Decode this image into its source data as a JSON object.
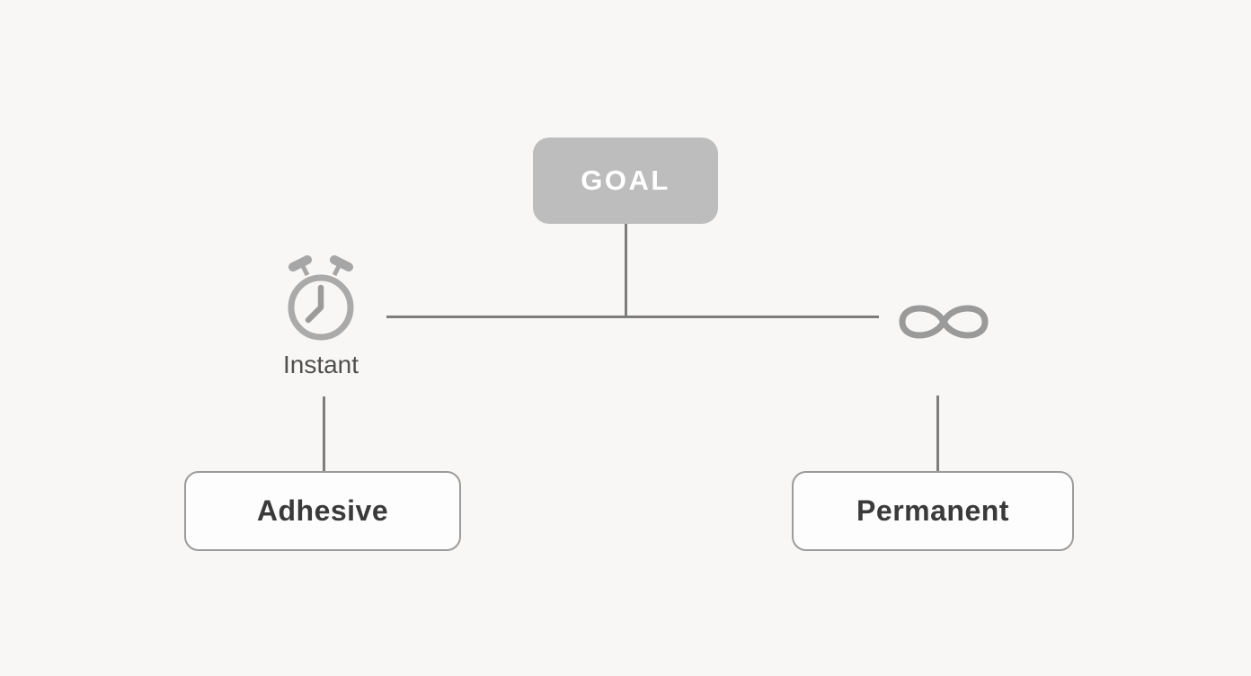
{
  "canvas": {
    "background": "#f8f7f5"
  },
  "diagram": {
    "root_node": {
      "label": "GOAL"
    },
    "left_branch": {
      "icon": "stopwatch-icon",
      "label": "Instant",
      "node_label": "Adhesive"
    },
    "right_branch": {
      "icon": "infinity-icon",
      "node_label": "Permanent"
    },
    "colors": {
      "root_fill": "#bdbdbd",
      "root_text": "#ffffff",
      "connector_line": "#7d7d7d",
      "icon_gray": "#a6a6a6",
      "leaf_border": "#9b9b9b",
      "leaf_text": "#3a3a3a",
      "branch_label_text": "#4f4f4f"
    }
  }
}
